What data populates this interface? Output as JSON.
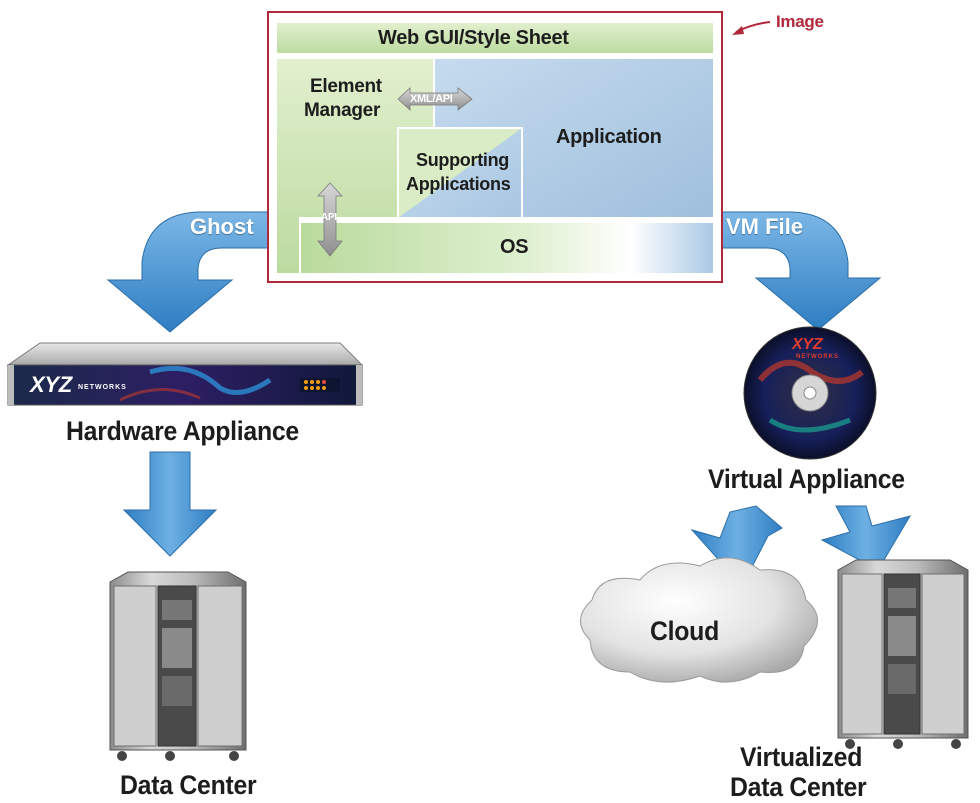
{
  "image_callout": "Image",
  "stack": {
    "web_gui": "Web GUI/Style Sheet",
    "element_manager_line1": "Element",
    "element_manager_line2": "Manager",
    "xml_api": "XML/API",
    "application": "Application",
    "supporting_line1": "Supporting",
    "supporting_line2": "Applications",
    "api": "API",
    "os": "OS"
  },
  "arrows": {
    "left_label": "Ghost",
    "right_label": "VM File"
  },
  "hardware": {
    "label": "Hardware Appliance",
    "brand": "XYZ",
    "brand_sub": "NETWORKS"
  },
  "data_center": {
    "label": "Data Center"
  },
  "virtual": {
    "label": "Virtual Appliance",
    "brand": "XYZ",
    "brand_sub": "NETWORKS"
  },
  "cloud": {
    "label": "Cloud"
  },
  "virtualized_dc": {
    "line1": "Virtualized",
    "line2": "Data Center"
  },
  "colors": {
    "frame_red": "#b2283a",
    "green": "#cfe6b5",
    "blue": "#b6cfe4",
    "arrow_blue": "#3f8fd0"
  }
}
